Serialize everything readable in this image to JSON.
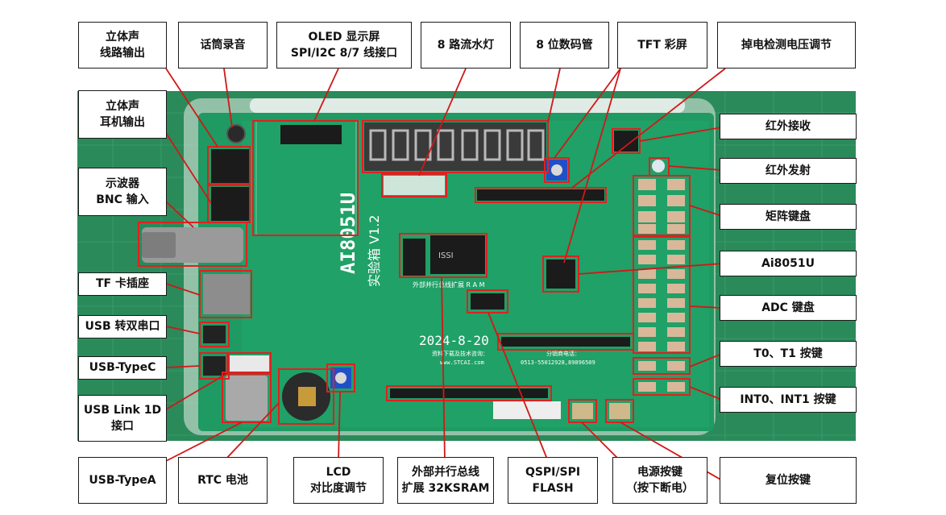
{
  "title": "Ai8051U 实验箱 V1.2 硬件布局图",
  "colors": {
    "background": "#ffffff",
    "pcb": "#1f9a63",
    "pcb_dark": "#177a4e",
    "highlight": "#e02020",
    "label_border": "#1a1a1a",
    "leader": "#d01818"
  },
  "board": {
    "title_vertical": "AI8051U",
    "subtitle_vertical": "实验箱 V1.2",
    "date": "2024-8-20",
    "sram_chip_label": "ISSI",
    "ext_bus_label": "外部并行总线扩展 R A M",
    "website": "www.STCAI.com",
    "support_text": "资料下载及技术咨询：",
    "phone_text": "0513-55012928,89896509",
    "hotline_label": "分销商电话："
  },
  "labels": [
    {
      "id": "stereo-line-out",
      "text": "立体声\n线路输出"
    },
    {
      "id": "mic-record",
      "text": "话筒录音"
    },
    {
      "id": "oled-display",
      "text": "OLED 显示屏\nSPI/I2C 8/7 线接口"
    },
    {
      "id": "led-flow",
      "text": "8 路流水灯"
    },
    {
      "id": "seven-seg",
      "text": "8 位数码管"
    },
    {
      "id": "tft-screen",
      "text": "TFT 彩屏"
    },
    {
      "id": "power-detect",
      "text": "掉电检测电压调节"
    },
    {
      "id": "stereo-headphone",
      "text": "立体声\n耳机输出"
    },
    {
      "id": "ir-receive",
      "text": "红外接收"
    },
    {
      "id": "ir-transmit",
      "text": "红外发射"
    },
    {
      "id": "scope-bnc",
      "text": "示波器\nBNC 输入"
    },
    {
      "id": "matrix-keypad",
      "text": "矩阵键盘"
    },
    {
      "id": "tf-slot",
      "text": "TF 卡插座"
    },
    {
      "id": "mcu-chip",
      "text": "Ai8051U"
    },
    {
      "id": "usb-dual-serial",
      "text": "USB 转双串口"
    },
    {
      "id": "adc-keypad",
      "text": "ADC 键盘"
    },
    {
      "id": "usb-typec",
      "text": "USB-TypeC"
    },
    {
      "id": "t0-t1-keys",
      "text": "T0、T1 按键"
    },
    {
      "id": "usb-link-1d",
      "text": "USB Link 1D\n接口"
    },
    {
      "id": "int0-int1-keys",
      "text": "INT0、INT1 按键"
    },
    {
      "id": "usb-typea",
      "text": "USB-TypeA"
    },
    {
      "id": "rtc-battery",
      "text": "RTC 电池"
    },
    {
      "id": "lcd-contrast",
      "text": "LCD\n对比度调节"
    },
    {
      "id": "ext-bus-sram",
      "text": "外部并行总线\n扩展 32KSRAM"
    },
    {
      "id": "qspi-flash",
      "text": "QSPI/SPI\nFLASH"
    },
    {
      "id": "power-key",
      "text": "电源按键\n（按下断电）"
    },
    {
      "id": "reset-key",
      "text": "复位按键"
    }
  ]
}
